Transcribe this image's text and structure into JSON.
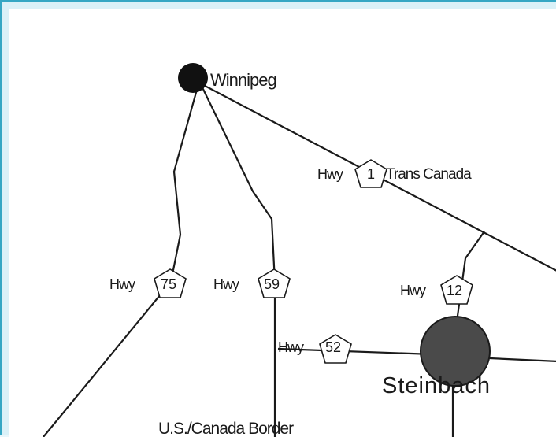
{
  "colors": {
    "frame": "#34a7c4",
    "background": "#ffffff",
    "city_winnipeg": "#111111",
    "city_steinbach": "#4a4a4a",
    "road": "#1a1a1a"
  },
  "cities": {
    "winnipeg": "Winnipeg",
    "steinbach": "Steinbach"
  },
  "highways": {
    "hwy1": {
      "label": "Hwy",
      "number": "1",
      "suffix": "Trans Canada"
    },
    "hwy75": {
      "label": "Hwy",
      "number": "75"
    },
    "hwy59": {
      "label": "Hwy",
      "number": "59"
    },
    "hwy12": {
      "label": "Hwy",
      "number": "12"
    },
    "hwy52": {
      "label": "Hwy",
      "number": "52"
    }
  },
  "border_label": "U.S./Canada Border"
}
